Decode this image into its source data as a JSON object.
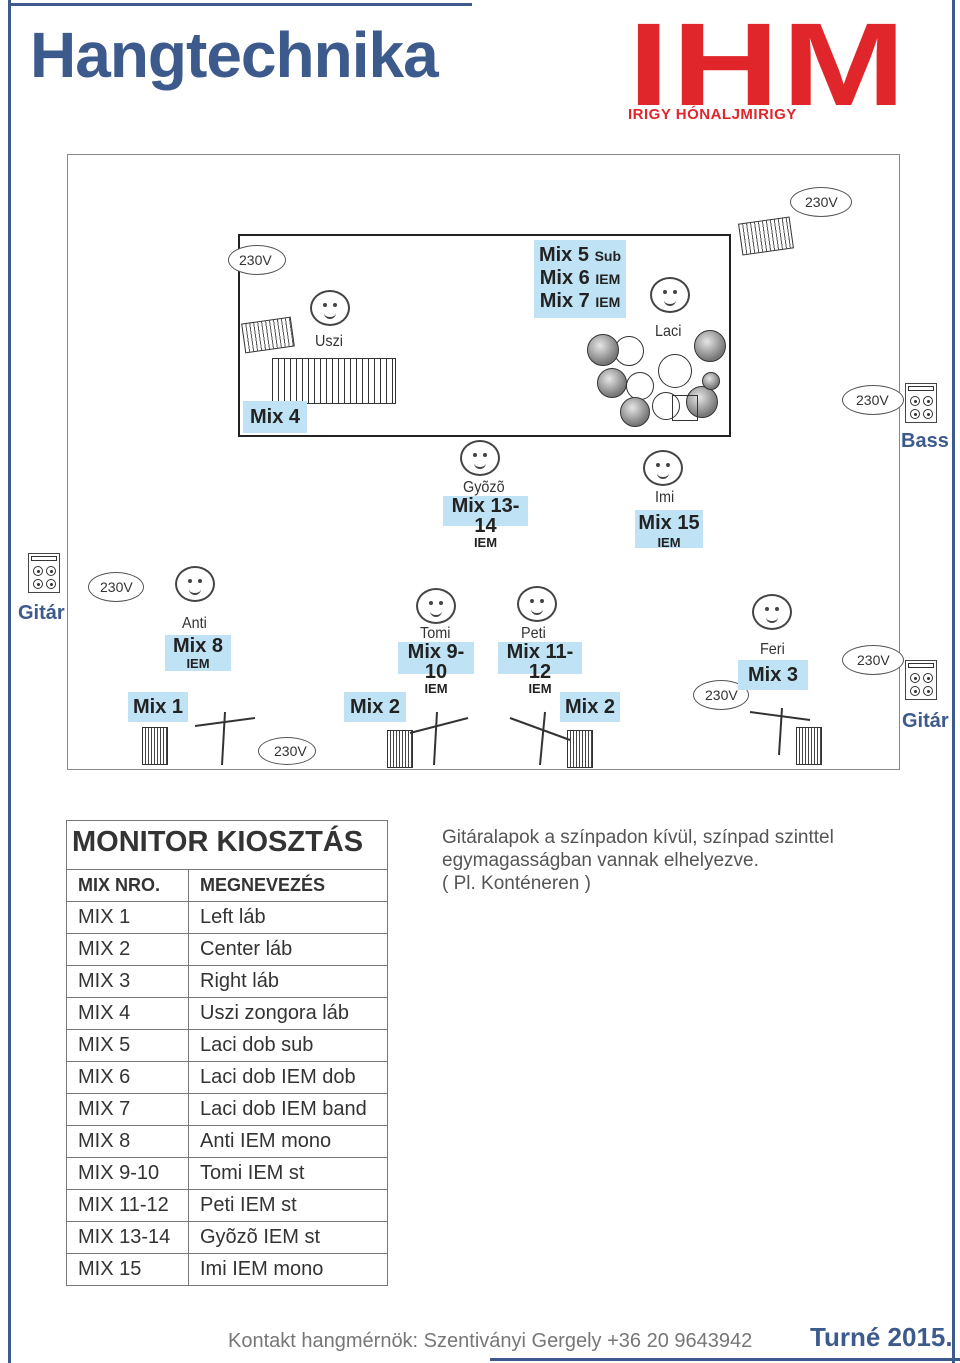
{
  "header": {
    "title": "Hangtechnika"
  },
  "logo": {
    "letters": "IHM",
    "subtitle": "IRIGY HÓNALJMIRIGY"
  },
  "stage": {
    "musicians": {
      "uszi": "Uszi",
      "laci": "Laci",
      "gyozo": "Gyõzõ",
      "imi": "Imi",
      "anti": "Anti",
      "tomi": "Tomi",
      "peti": "Peti",
      "feri": "Feri"
    },
    "mixes": {
      "drum_mix_5": "Mix 5",
      "drum_mix_5_sub": "Sub",
      "drum_mix_6": "Mix 6",
      "drum_mix_6_sub": "IEM",
      "drum_mix_7": "Mix 7",
      "drum_mix_7_sub": "IEM",
      "mix_4": "Mix 4",
      "mix_13_14": "Mix 13-14",
      "mix_13_14_sub": "IEM",
      "mix_15": "Mix 15",
      "mix_15_sub": "IEM",
      "mix_8": "Mix 8",
      "mix_8_sub": "IEM",
      "mix_9_10": "Mix 9-10",
      "mix_9_10_sub": "IEM",
      "mix_11_12": "Mix 11-12",
      "mix_11_12_sub": "IEM",
      "mix_3": "Mix 3",
      "mix_1": "Mix 1",
      "mix_2a": "Mix 2",
      "mix_2b": "Mix 2"
    },
    "power": "230V",
    "instruments": {
      "bass": "Bass",
      "guitar_left": "Gitár",
      "guitar_right": "Gitár"
    }
  },
  "monitor": {
    "title": "MONITOR KIOSZTÁS",
    "headers": [
      "MIX NRO.",
      "MEGNEVEZÉS"
    ],
    "rows": [
      [
        "MIX 1",
        "Left láb"
      ],
      [
        "MIX 2",
        "Center láb"
      ],
      [
        "MIX 3",
        "Right láb"
      ],
      [
        "MIX 4",
        "Uszi zongora láb"
      ],
      [
        "MIX 5",
        "Laci dob sub"
      ],
      [
        "MIX 6",
        "Laci dob IEM dob"
      ],
      [
        "MIX 7",
        "Laci dob IEM band"
      ],
      [
        "MIX 8",
        "Anti IEM mono"
      ],
      [
        "MIX 9-10",
        "Tomi IEM st"
      ],
      [
        "MIX 11-12",
        "Peti IEM st"
      ],
      [
        "MIX 13-14",
        "Gyõzõ IEM st"
      ],
      [
        "MIX 15",
        "Imi IEM mono"
      ]
    ]
  },
  "note": {
    "line1": "Gitáralapok a színpadon kívül, színpad szinttel",
    "line2": "egymagasságban vannak elhelyezve.",
    "line3": "( Pl. Konténeren )"
  },
  "footer": {
    "contact": "Kontakt hangmérnök: Szentiványi Gergely +36 20 9643942",
    "tour": "Turné 2015."
  }
}
